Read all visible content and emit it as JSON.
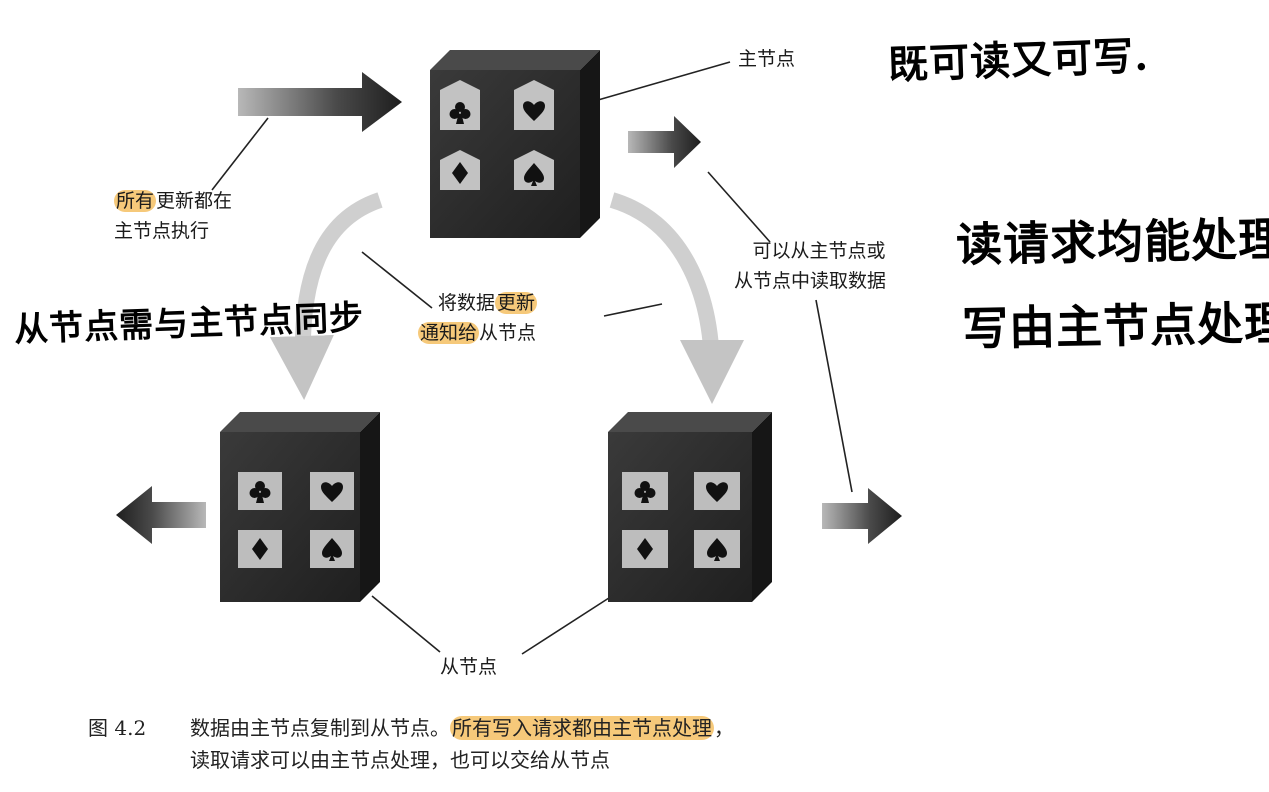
{
  "labels": {
    "master": "主节点",
    "updates_prefix_hl": "所有",
    "updates_rest_line1": "更新都在",
    "updates_line2": "主节点执行",
    "notify_line1_plain": "将数据",
    "notify_line1_hl": "更新",
    "notify_line2_hl": "通知给",
    "notify_line2_plain": "从节点",
    "read_line1": "可以从主节点或",
    "read_line2": "从节点中读取数据",
    "slave": "从节点"
  },
  "handwriting": {
    "top_right": "既可读又可写.",
    "left": "从节点需与主节点同步",
    "right_line1": "读请求均能处理",
    "right_line2": "写由主节点处理"
  },
  "caption": {
    "fig_no": "图 4.2",
    "line1_plain": "数据由主节点复制到从节点。",
    "line1_hl": "所有写入请求都由主节点处理",
    "line1_end": "，",
    "line2": "读取请求可以由主节点处理，也可以交给从节点"
  },
  "colors": {
    "highlight": "#f6c97a",
    "box": "#262626",
    "card": "#bdbdbd",
    "curve_arrow": "#c8c8c8"
  },
  "icons": [
    "spade-icon",
    "heart-icon",
    "diamond-icon",
    "club-icon"
  ]
}
